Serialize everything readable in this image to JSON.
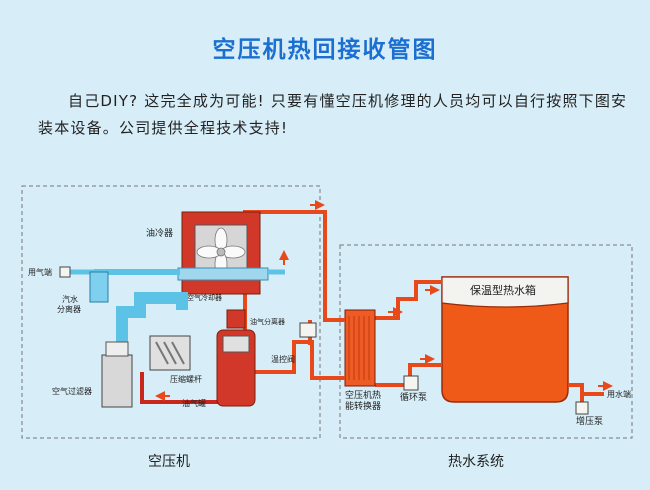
{
  "title": "空压机热回接收管图",
  "intro": "自己DIY? 这完全成为可能! 只要有懂空压机修理的人员均可以自行按照下图安装本设备。公司提供全程技术支持!",
  "diagram": {
    "section_compressor": "空压机",
    "section_hotwater": "热水系统",
    "tank": "保温型热水箱",
    "oil_cooler": "油冷器",
    "gas_outlet": "用气端",
    "steam_separator": "汽水\n分离器",
    "air_cooler": "空气冷却器",
    "oil_separator": "油气分离器",
    "thermostatic_valve": "温控阀",
    "screw": "压缩螺杆",
    "air_filter": "空气过滤器",
    "oil_tank": "油气罐",
    "heat_exchanger": "空压机热\n能转换器",
    "circ_pump": "循环泵",
    "water_outlet": "用水端",
    "booster_pump": "增压泵"
  },
  "colors": {
    "title": "#1a6fd0",
    "hot": "#e8491b",
    "cool": "#5cc3e6",
    "oil": "#c9261c"
  }
}
